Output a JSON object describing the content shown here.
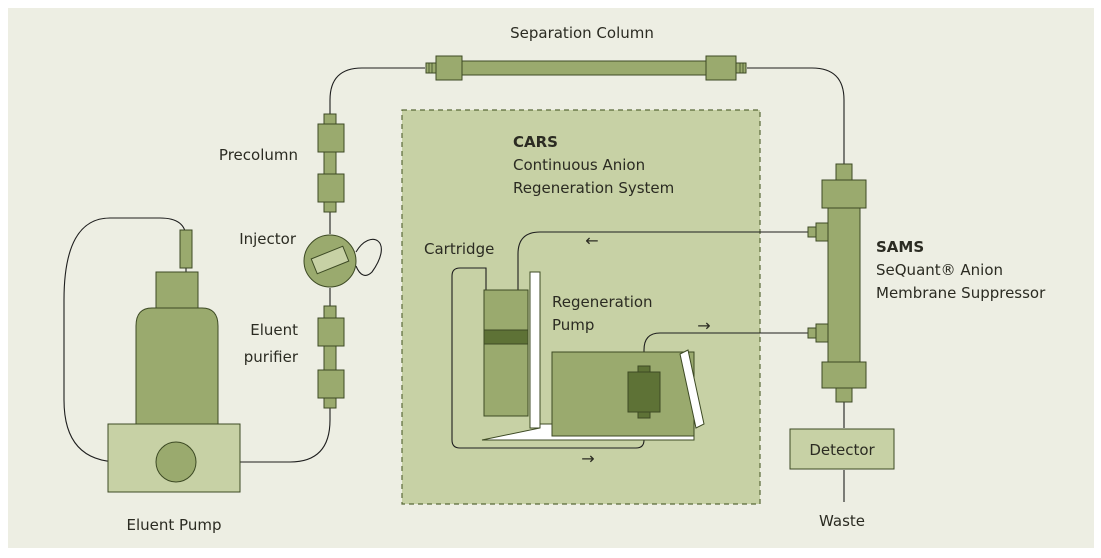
{
  "colors": {
    "background": "#edeee3",
    "cars_panel": "#c7d1a5",
    "cars_border": "#5a6a38",
    "component": "#9aaa6e",
    "component_dark": "#5e7236",
    "tubing": "#1e1e1e",
    "text": "#2b2b22"
  },
  "labels": {
    "separation_column": "Separation Column",
    "precolumn": "Precolumn",
    "injector": "Injector",
    "eluent_purifier_line1": "Eluent",
    "eluent_purifier_line2": "purifier",
    "eluent_pump": "Eluent Pump",
    "cars_title": "CARS",
    "cars_line1": "Continuous Anion",
    "cars_line2": "Regeneration System",
    "cartridge": "Cartridge",
    "regen_pump_line1": "Regeneration",
    "regen_pump_line2": "Pump",
    "sams_title": "SAMS",
    "sams_line1": "SeQuant® Anion",
    "sams_line2": "Membrane Suppressor",
    "detector": "Detector",
    "waste": "Waste"
  },
  "flow_arrows": {
    "upper_return": "←",
    "lower_feed": "→",
    "bottom_loop": "→"
  }
}
